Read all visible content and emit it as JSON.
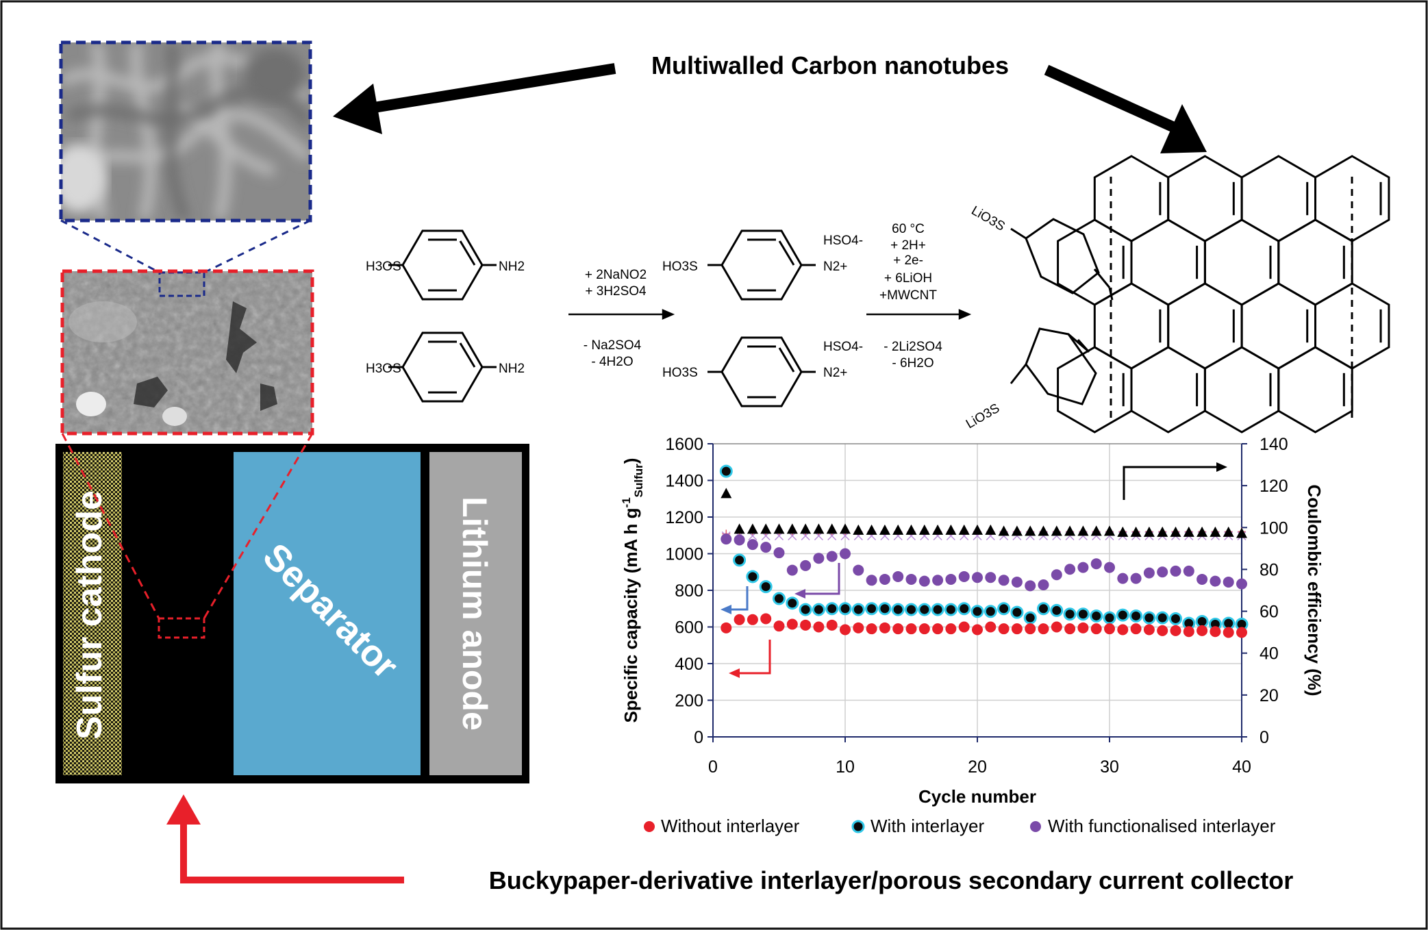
{
  "headings": {
    "mwcnt": "Multiwalled Carbon nanotubes",
    "buckypaper": "Buckypaper-derivative interlayer/porous secondary current collector"
  },
  "cell": {
    "cathode": "Sulfur cathode",
    "separator": "Separator",
    "anode": "Lithium anode"
  },
  "reaction": {
    "reactant_left_group": "H3OS",
    "reactant_right_group": "NH2",
    "step1_reagents": [
      "+ 2NaNO2",
      "+ 3H2SO4"
    ],
    "step1_byproducts": [
      "- Na2SO4",
      "- 4H2O"
    ],
    "intermediate_left_group": "HO3S",
    "intermediate_counterion": "HSO4-",
    "intermediate_right_group": "N2+",
    "step2_conditions": [
      "60 °C",
      "+ 2H+",
      "+ 2e-",
      "+ 6LiOH",
      "+MWCNT"
    ],
    "step2_byproducts": [
      "- 2Li2SO4",
      "- 6H2O"
    ],
    "product_group": "LiO3S"
  },
  "colors": {
    "without": "#e8202a",
    "with": "#0a0a0a",
    "with_outline": "#30c8e8",
    "functionalised": "#7a4aa8",
    "ce_without": "#e05a6a",
    "ce_with": "#000000",
    "ce_func": "#b88ad8",
    "separator": "#5aa9cf",
    "anode": "#a6a6a6",
    "cathode": "#c8c060",
    "arrow_red": "#e8202a",
    "sem_blue": "#1a2a8a",
    "sem_red": "#e8202a"
  },
  "chart_data": {
    "type": "scatter",
    "xlabel": "Cycle number",
    "ylabel": "Specific capacity (mA h g-1 Sulfur)",
    "ylabel_main": "Specific capacity (mA h g",
    "ylabel_sup": "-1",
    "ylabel_sub": "Sulfur",
    "ylabel_close": ")",
    "y2label": "Coulombic efficiency (%)",
    "xlim": [
      0,
      40
    ],
    "ylim": [
      0,
      1600
    ],
    "y2lim": [
      0,
      140
    ],
    "xticks": [
      0,
      10,
      20,
      30,
      40
    ],
    "yticks": [
      0,
      200,
      400,
      600,
      800,
      1000,
      1200,
      1400,
      1600
    ],
    "y2ticks": [
      0,
      20,
      40,
      60,
      80,
      100,
      120,
      140
    ],
    "grid": true,
    "legend": "bottom",
    "x": [
      1,
      2,
      3,
      4,
      5,
      6,
      7,
      8,
      9,
      10,
      11,
      12,
      13,
      14,
      15,
      16,
      17,
      18,
      19,
      20,
      21,
      22,
      23,
      24,
      25,
      26,
      27,
      28,
      29,
      30,
      31,
      32,
      33,
      34,
      35,
      36,
      37,
      38,
      39,
      40
    ],
    "series": [
      {
        "name": "Without interlayer",
        "axis": "left",
        "values": [
          595,
          640,
          640,
          645,
          605,
          615,
          610,
          600,
          610,
          585,
          595,
          590,
          595,
          590,
          590,
          590,
          590,
          590,
          600,
          585,
          600,
          590,
          590,
          590,
          590,
          600,
          590,
          595,
          590,
          590,
          585,
          590,
          585,
          580,
          580,
          575,
          580,
          575,
          570,
          570
        ]
      },
      {
        "name": "With interlayer",
        "axis": "left",
        "values": [
          1450,
          965,
          875,
          820,
          755,
          730,
          695,
          695,
          700,
          700,
          695,
          700,
          700,
          695,
          695,
          695,
          695,
          695,
          700,
          685,
          685,
          700,
          680,
          650,
          700,
          690,
          670,
          670,
          660,
          650,
          665,
          660,
          650,
          650,
          645,
          620,
          630,
          615,
          620,
          615
        ]
      },
      {
        "name": "With functionalised interlayer",
        "axis": "left",
        "values": [
          1080,
          1075,
          1050,
          1035,
          1005,
          910,
          935,
          975,
          985,
          1000,
          910,
          855,
          860,
          875,
          860,
          850,
          855,
          860,
          875,
          870,
          870,
          855,
          845,
          825,
          830,
          885,
          915,
          925,
          945,
          925,
          865,
          865,
          895,
          900,
          905,
          905,
          860,
          850,
          845,
          835
        ]
      },
      {
        "name": "CE without interlayer",
        "axis": "right",
        "values": [
          97,
          98,
          98,
          98,
          98,
          98,
          98,
          98,
          98,
          98,
          98,
          98,
          98,
          98,
          98,
          98,
          98,
          98,
          98,
          98,
          98,
          98,
          98,
          98,
          98,
          98,
          98,
          98,
          98,
          98,
          98,
          98,
          98,
          98,
          98,
          98,
          98,
          98,
          98,
          98
        ]
      },
      {
        "name": "CE with interlayer",
        "axis": "right",
        "values": [
          116,
          99,
          99,
          99,
          99,
          99,
          99,
          99,
          99,
          99,
          98.5,
          98.5,
          98.5,
          98.5,
          98.5,
          98.5,
          98.5,
          98.5,
          98.5,
          98.5,
          98.5,
          98,
          98,
          98,
          98,
          98,
          98,
          98,
          98,
          98,
          97.5,
          97.5,
          97.5,
          97.5,
          97.5,
          97.5,
          97.5,
          97.5,
          97.5,
          97
        ]
      },
      {
        "name": "CE with functionalised interlayer",
        "axis": "right",
        "values": [
          96,
          96,
          96,
          96,
          96,
          96,
          96,
          96,
          96,
          96,
          96,
          96,
          96,
          96,
          96,
          96,
          96,
          96,
          96,
          96,
          96,
          96,
          96,
          96,
          96,
          96,
          96,
          96,
          96,
          96,
          96,
          96,
          96,
          96,
          96,
          96,
          96,
          96,
          96,
          96
        ]
      }
    ],
    "legend_entries": [
      "Without interlayer",
      "With interlayer",
      "With functionalised interlayer"
    ]
  }
}
